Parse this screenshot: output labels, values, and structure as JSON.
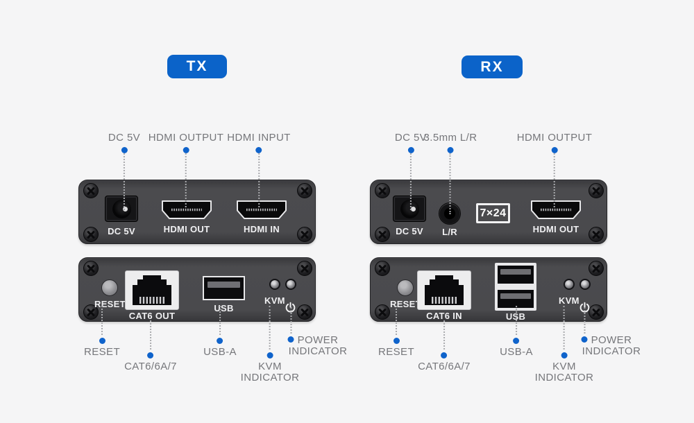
{
  "badges": {
    "tx": "TX",
    "rx": "RX"
  },
  "colors": {
    "background": "#f5f5f6",
    "accent_blue": "#0b63c9",
    "callout_dot_blue": "#0f63cb",
    "label_gray": "#75767a",
    "panel_body": "#4a4a4d"
  },
  "tx": {
    "top_callouts": {
      "dc": "DC 5V",
      "hdmi_out": "HDMI OUTPUT",
      "hdmi_in": "HDMI INPUT"
    },
    "front_panel": {
      "dc": "DC 5V",
      "hdmi_out": "HDMI OUT",
      "hdmi_in": "HDMI IN"
    },
    "rear_panel": {
      "reset": "RESET",
      "rj45": "CAT6 OUT",
      "usb": "USB",
      "kvm": "KVM"
    },
    "bottom_callouts": {
      "reset": "RESET",
      "cable": "CAT6/6A/7",
      "usb": "USB-A",
      "kvm_1": "KVM",
      "kvm_2": "INDICATOR",
      "power_1": "POWER",
      "power_2": "INDICATOR"
    }
  },
  "rx": {
    "top_callouts": {
      "dc": "DC 5V",
      "audio": "3.5mm L/R",
      "hdmi_out": "HDMI OUTPUT"
    },
    "front_panel": {
      "dc": "DC 5V",
      "audio": "L/R",
      "badge_7x24": "7×24",
      "hdmi_out": "HDMI OUT"
    },
    "rear_panel": {
      "reset": "RESET",
      "rj45": "CAT6 IN",
      "usb": "USB",
      "kvm": "KVM"
    },
    "bottom_callouts": {
      "reset": "RESET",
      "cable": "CAT6/6A/7",
      "usb": "USB-A",
      "kvm_1": "KVM",
      "kvm_2": "INDICATOR",
      "power_1": "POWER",
      "power_2": "INDICATOR"
    }
  }
}
